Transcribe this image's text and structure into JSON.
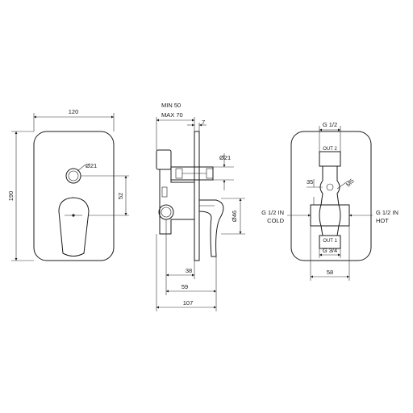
{
  "front_view": {
    "width_label": "120",
    "height_label": "190",
    "diverter_diameter_label": "Ø21",
    "diverter_offset_label": "52"
  },
  "side_view": {
    "depth_min_label": "MIN 50",
    "depth_max_label": "MAX 70",
    "plate_label": "7",
    "outlet_diameter_label": "Ø21",
    "handle_diameter_label": "Ø46",
    "dim_38": "38",
    "dim_59": "59",
    "dim_107": "107"
  },
  "rear_view": {
    "top_thread_label": "G 1/2",
    "out2_label": "OUT 2",
    "dim_35": "35",
    "m5_label": "M5",
    "cold_inlet_label": "G 1/2 IN",
    "cold_label": "COLD",
    "hot_inlet_label": "G 1/2 IN",
    "hot_label": "HOT",
    "out1_label": "OUT 1",
    "bottom_thread_label": "G 3/4",
    "width_label": "58"
  }
}
